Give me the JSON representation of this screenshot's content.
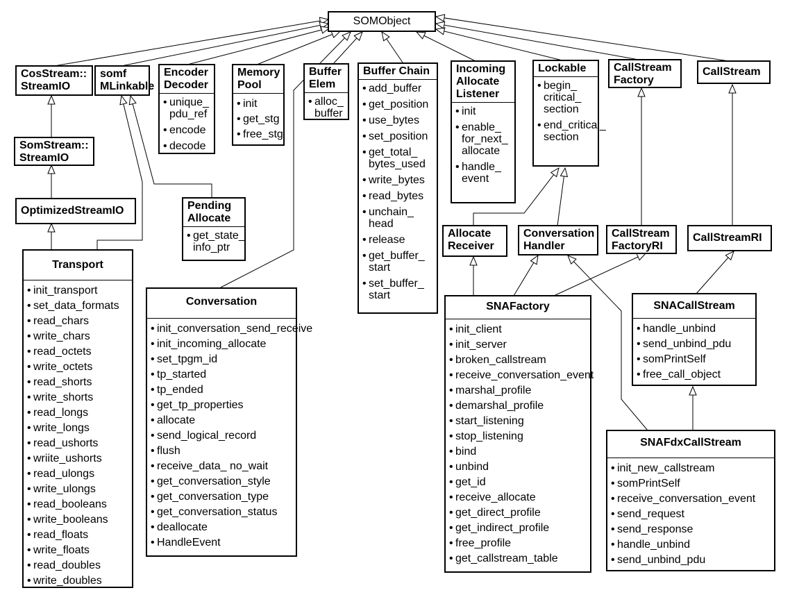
{
  "diagram": {
    "root": {
      "name": "SOMObject"
    },
    "classes": {
      "cosstream": {
        "name": "CosStream::\nStreamIO",
        "members": []
      },
      "somfmlinkable": {
        "name": "somf\nMLinkable",
        "members": []
      },
      "encoder": {
        "name": "Encoder\nDecoder",
        "members": [
          "unique_\npdu_ref",
          "encode",
          "decode"
        ]
      },
      "memorypool": {
        "name": "Memory\nPool",
        "members": [
          "init",
          "get_stg",
          "free_stg"
        ]
      },
      "bufferelem": {
        "name": "Buffer\nElem",
        "members": [
          "alloc_\nbuffer"
        ]
      },
      "bufferchain": {
        "name": "Buffer Chain",
        "members": [
          "add_buffer",
          "get_position",
          "use_bytes",
          "set_position",
          "get_total_\nbytes_used",
          "write_bytes",
          "read_bytes",
          "unchain_\nhead",
          "release",
          "get_buffer_\nstart",
          "set_buffer_\nstart"
        ]
      },
      "incoming": {
        "name": "Incoming\nAllocate\nListener",
        "members": [
          "init",
          "enable_\nfor_next_\nallocate",
          "handle_\nevent"
        ]
      },
      "lockable": {
        "name": "Lockable",
        "members": [
          "begin_\ncritical_\nsection",
          "end_critical_\nsection"
        ]
      },
      "csfactory": {
        "name": "CallStream\nFactory",
        "members": []
      },
      "callstream": {
        "name": "CallStream",
        "members": []
      },
      "somstream": {
        "name": "SomStream::\nStreamIO",
        "members": []
      },
      "optimized": {
        "name": "OptimizedStreamIO",
        "members": []
      },
      "pending": {
        "name": "Pending\nAllocate",
        "members": [
          "get_state_\ninfo_ptr"
        ]
      },
      "transport": {
        "name": "Transport",
        "members": [
          "init_transport",
          "set_data_formats",
          "read_chars",
          "write_chars",
          "read_octets",
          "write_octets",
          "read_shorts",
          "write_shorts",
          "read_longs",
          "write_longs",
          "read_ushorts",
          "wriite_ushorts",
          "read_ulongs",
          "write_ulongs",
          "read_booleans",
          "write_booleans",
          "read_floats",
          "write_floats",
          "read_doubles",
          "write_doubles"
        ]
      },
      "conversation": {
        "name": "Conversation",
        "members": [
          "init_conversation_send_receive",
          "init_incoming_allocate",
          "set_tpgm_id",
          "tp_started",
          "tp_ended",
          "get_tp_properties",
          "allocate",
          "send_logical_record",
          "flush",
          "receive_data_ no_wait",
          "get_conversation_style",
          "get_conversation_type",
          "get_conversation_status",
          "deallocate",
          "HandleEvent"
        ]
      },
      "allocrecv": {
        "name": "Allocate\nReceiver",
        "members": []
      },
      "convhandler": {
        "name": "Conversation\nHandler",
        "members": []
      },
      "csfactoryri": {
        "name": "CallStream\nFactoryRI",
        "members": []
      },
      "callstreamri": {
        "name": "CallStreamRI",
        "members": []
      },
      "snafactory": {
        "name": "SNAFactory",
        "members": [
          "init_client",
          "init_server",
          "broken_callstream",
          "receive_conversation_event",
          "marshal_profile",
          "demarshal_profile",
          "start_listening",
          "stop_listening",
          "bind",
          "unbind",
          "get_id",
          "receive_allocate",
          "get_direct_profile",
          "get_indirect_profile",
          "free_profile",
          "get_callstream_table"
        ]
      },
      "snacallstream": {
        "name": "SNACallStream",
        "members": [
          "handle_unbind",
          "send_unbind_pdu",
          "somPrintSelf",
          "free_call_object"
        ]
      },
      "snafdx": {
        "name": "SNAFdxCallStream",
        "members": [
          "init_new_callstream",
          "somPrintSelf",
          "receive_conversation_event",
          "send_request",
          "send_response",
          "handle_unbind",
          "send_unbind_pdu"
        ]
      }
    }
  }
}
